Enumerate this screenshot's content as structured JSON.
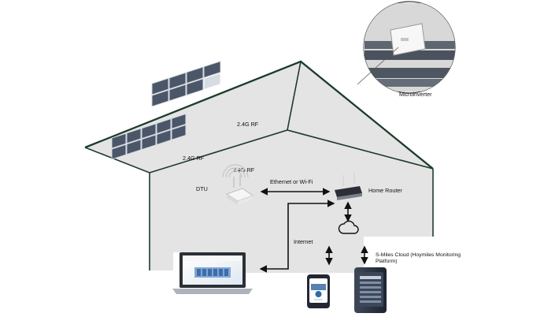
{
  "labels": {
    "microinverter": "Microinverter",
    "rf_upper": "2.4G RF",
    "rf_left": "2.4G RF",
    "rf_dtu": "2.4G RF",
    "dtu": "DTU",
    "ethernet_wifi": "Ethernet or Wi-Fi",
    "home_router": "Home Router",
    "internet": "Internet",
    "cloud_line1": "S-Miles Cloud (Hoymiles Monitoring",
    "cloud_line2": "Platform)"
  },
  "icons": {
    "wifi_signal": "wifi-icon",
    "cloud": "cloud-icon"
  },
  "colors": {
    "house_fill": "#e4e4e4",
    "roof_line": "#1d3b2a",
    "panel_fill": "#4b5669",
    "panel_frame": "#d7dbe2",
    "arrow": "#111111"
  }
}
